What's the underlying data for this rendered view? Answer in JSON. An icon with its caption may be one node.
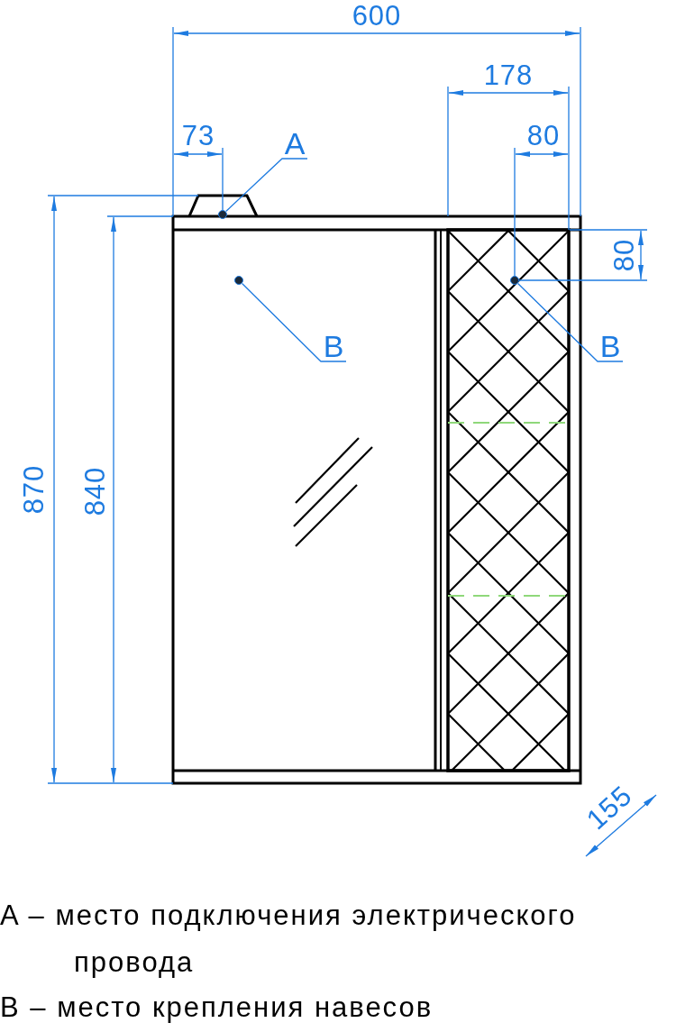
{
  "diagram": {
    "nodes": [
      {
        "text": [
          "A"
        ]
      },
      {
        "text": [],
        "shape": "circle"
      },
      {
        "text": [
          "B"
        ]
      },
      {
        "text": [],
        "shape": "circle"
      },
      {
        "text": [
          "B"
        ]
      },
      {
        "text": [],
        "shape": "circle"
      }
    ],
    "edges": [
      {
        "from": 0,
        "to": 1,
        "arrow": "none"
      },
      {
        "from": 2,
        "to": 3,
        "arrow": "none"
      },
      {
        "from": 4,
        "to": 5,
        "arrow": "none"
      }
    ],
    "labels": [
      "600",
      "178",
      "73",
      "80",
      "80",
      "870",
      "840",
      "155",
      "A – место подключения электрического провода",
      "B – место крепления навесов"
    ]
  }
}
